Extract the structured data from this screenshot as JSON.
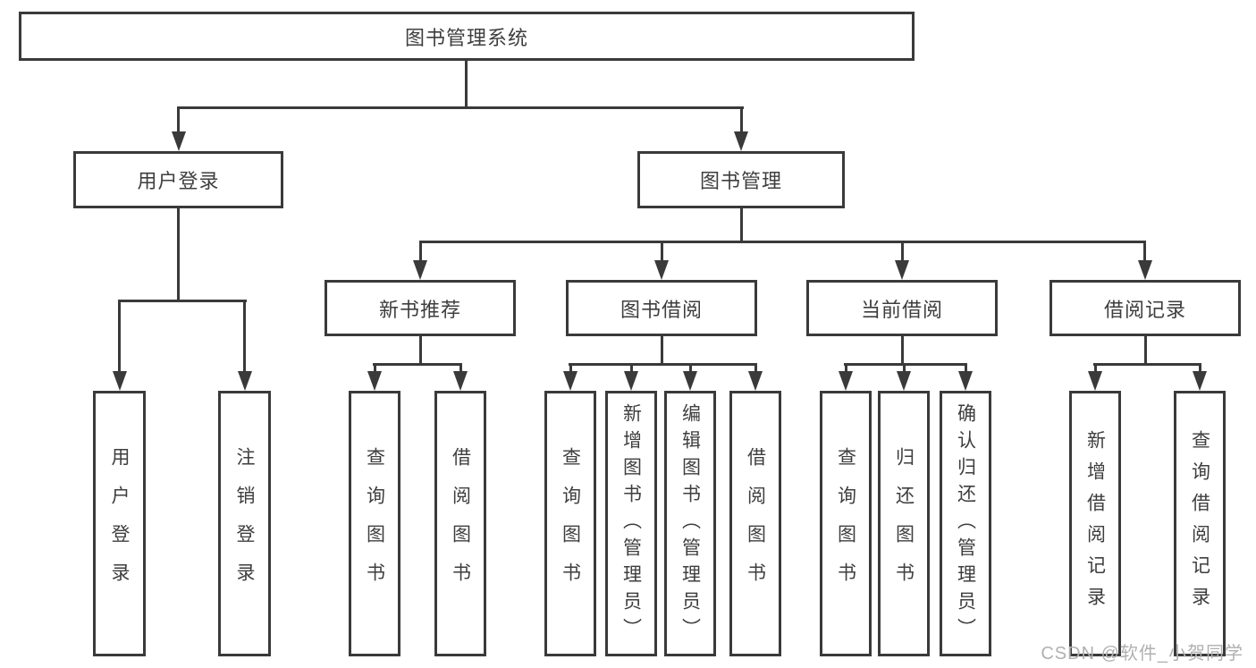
{
  "tree": {
    "root": "图书管理系统",
    "user_login": {
      "label": "用户登录",
      "children": [
        "用户登录",
        "注销登录"
      ]
    },
    "book_management": {
      "label": "图书管理",
      "children": [
        {
          "label": "新书推荐",
          "children": [
            "查询图书",
            "借阅图书"
          ]
        },
        {
          "label": "图书借阅",
          "children": [
            "查询图书",
            "新增图书（管理员）",
            "编辑图书（管理员）",
            "借阅图书"
          ]
        },
        {
          "label": "当前借阅",
          "children": [
            "查询图书",
            "归还图书",
            "确认归还（管理员）"
          ]
        },
        {
          "label": "借阅记录",
          "children": [
            "新增借阅记录",
            "查询借阅记录"
          ]
        }
      ]
    }
  },
  "watermark": "CSDN @软件_小贺同学",
  "colors": {
    "line": "#3a3a3a",
    "text": "#3e3e3e",
    "background": "#ffffff",
    "watermark": "#b0b0b0"
  }
}
